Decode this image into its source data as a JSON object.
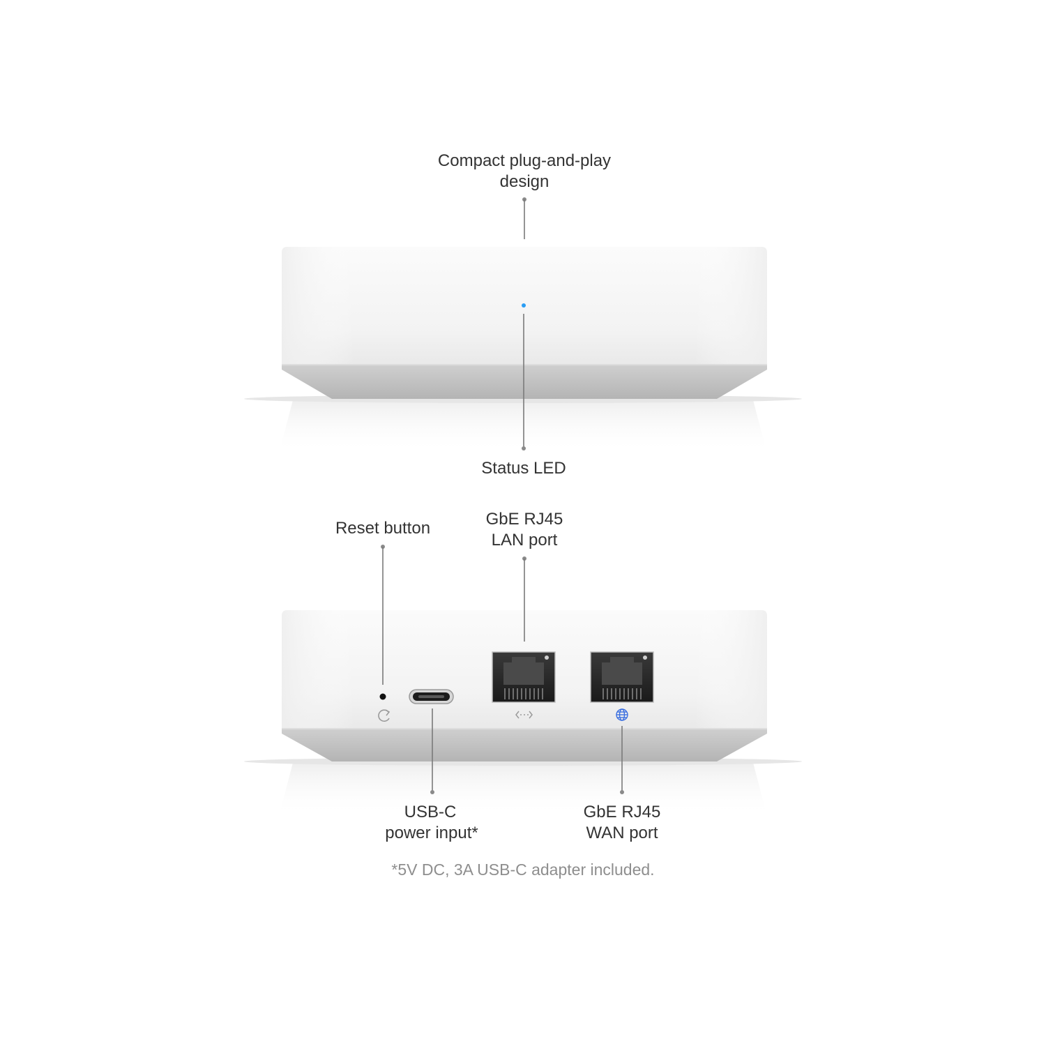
{
  "labels": {
    "compact_line1": "Compact plug-and-play",
    "compact_line2": "design",
    "status_led": "Status LED",
    "reset_button": "Reset button",
    "lan_line1": "GbE RJ45",
    "lan_line2": "LAN port",
    "usbc_line1": "USB-C",
    "usbc_line2": "power input*",
    "wan_line1": "GbE RJ45",
    "wan_line2": "WAN port"
  },
  "footnote": "*5V DC, 3A USB-C adapter included.",
  "icons": {
    "reset": "refresh-icon",
    "lan": "double-arrow-icon",
    "wan": "globe-icon"
  },
  "colors": {
    "status_led": "#2a9df4",
    "wan_icon": "#3b6fe0",
    "device_body": "#f6f6f6",
    "device_base": "#b9b9b9"
  }
}
